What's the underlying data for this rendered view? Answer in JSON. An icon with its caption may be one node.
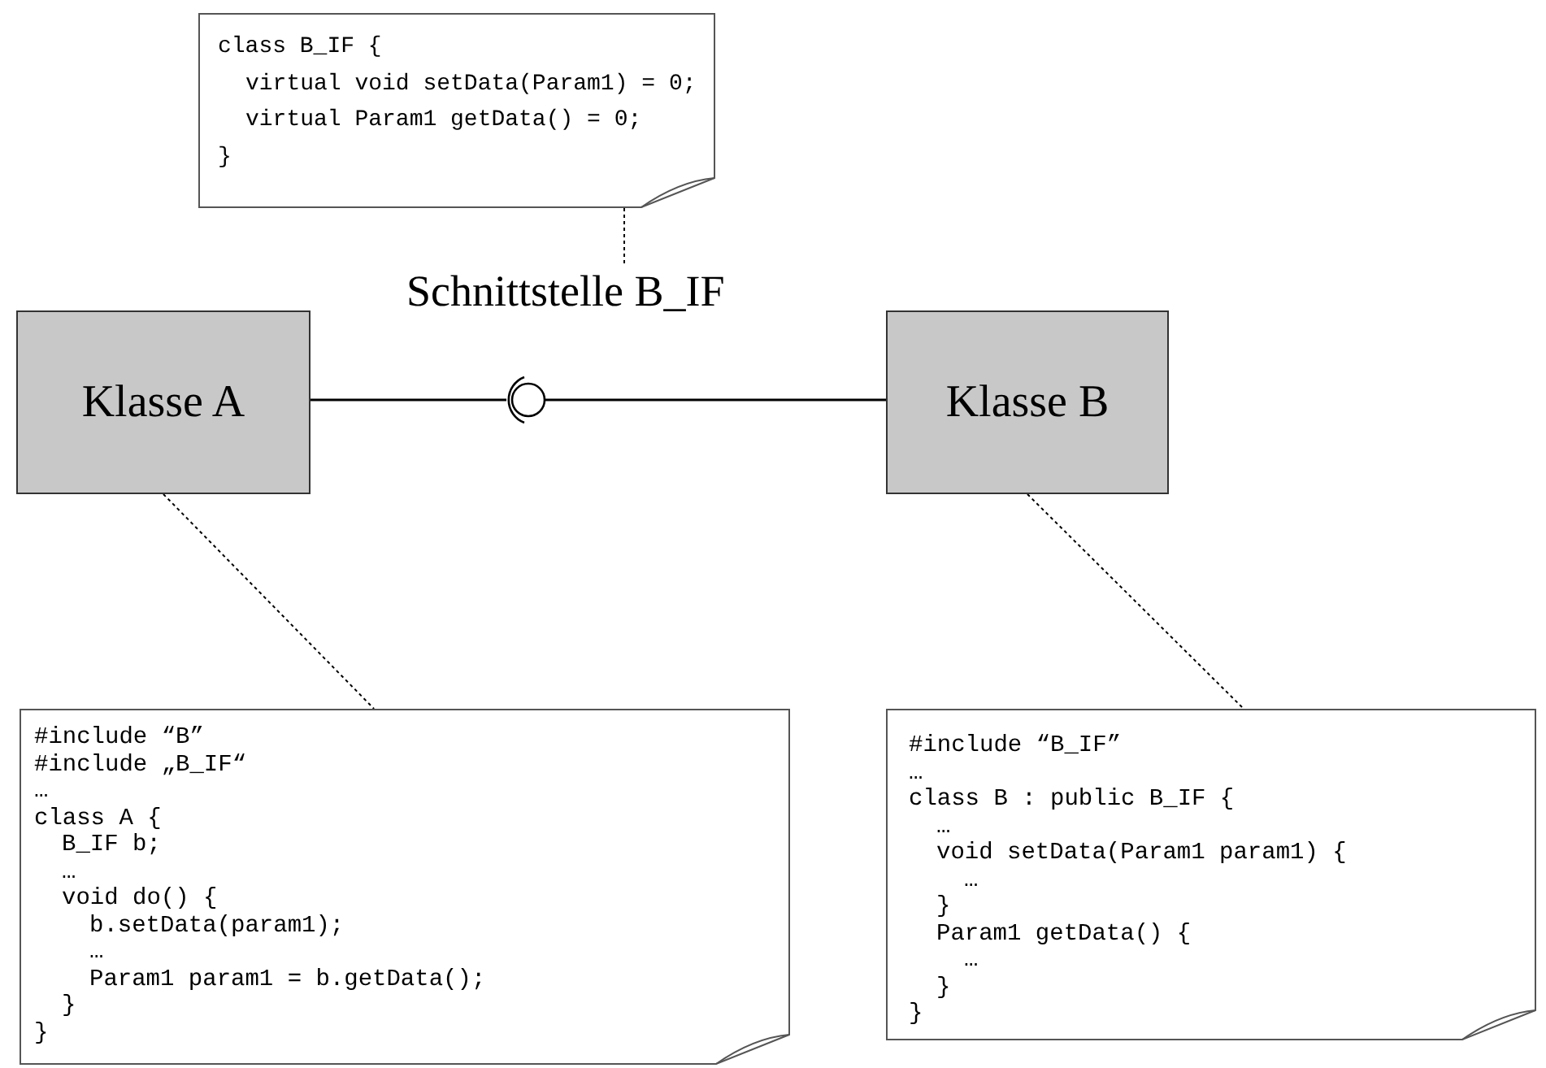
{
  "diagram": {
    "nodes": [
      {
        "text": [
          "class B_IF {",
          "virtual void setData(Param1) = 0;",
          "virtual Param1 getData() = 0;",
          "}"
        ]
      },
      {
        "text": [
          "Klasse A"
        ]
      },
      {
        "text": [
          "Klasse B"
        ]
      },
      {
        "text": [],
        "shape": "circle",
        "beside": [
          "Schnittstelle B_IF"
        ]
      },
      {
        "text": [
          "#include “B”",
          "#include „B_IF“",
          "…",
          "class A {",
          "B_IF b;",
          "…",
          "void do() {",
          "b.setData(param1);",
          "…",
          "Param1 param1 = b.getData();",
          "}",
          "}"
        ]
      },
      {
        "text": [
          "#include “B_IF”",
          "…",
          "class B : public B_IF {",
          "…",
          "void setData(Param1 param1) {",
          "…",
          "}",
          "Param1 getData() {",
          "…",
          "}",
          "}"
        ]
      }
    ],
    "edges": [
      {
        "from": 0,
        "to": 3,
        "arrow": "none",
        "style": "dashed"
      },
      {
        "from": 1,
        "to": 3,
        "arrow": "other"
      },
      {
        "from": 2,
        "to": 3,
        "arrow": "none"
      },
      {
        "from": 1,
        "to": 4,
        "arrow": "none",
        "style": "dashed"
      },
      {
        "from": 2,
        "to": 5,
        "arrow": "none",
        "style": "dashed"
      }
    ]
  }
}
